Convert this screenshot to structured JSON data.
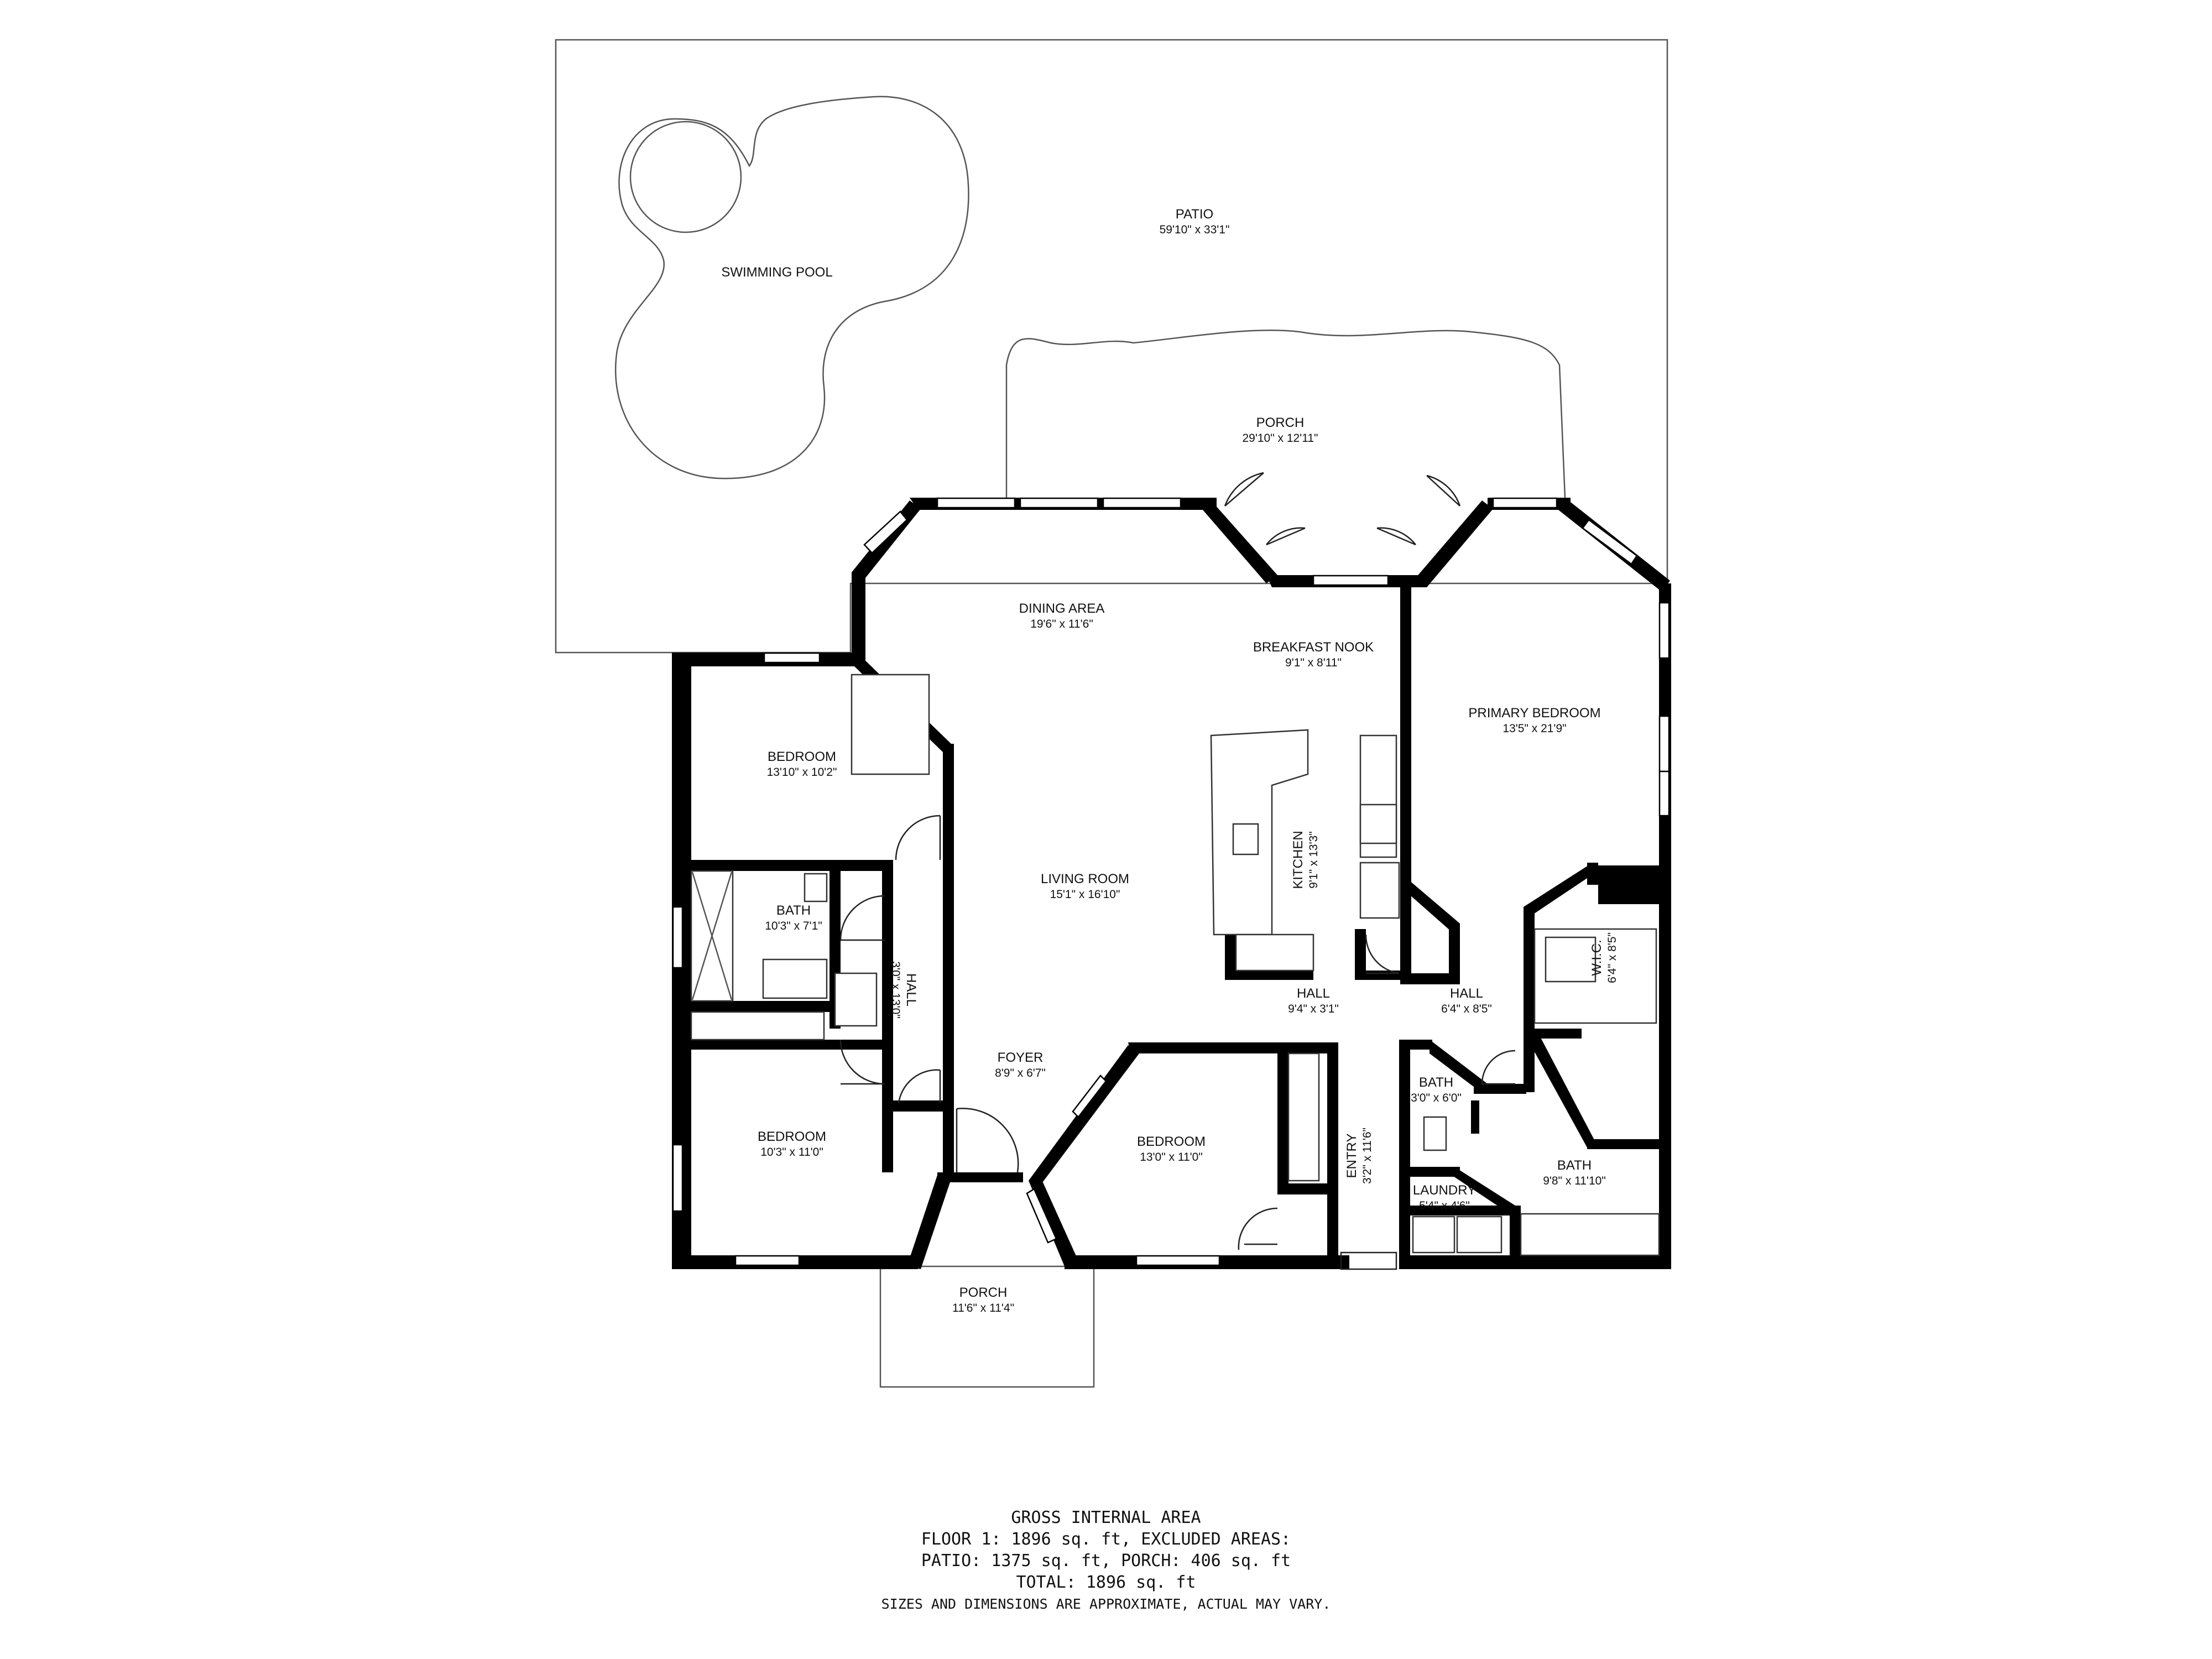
{
  "rooms": {
    "patio": {
      "name": "PATIO",
      "dims": "59'10\" x 33'1\""
    },
    "pool": {
      "name": "SWIMMING POOL"
    },
    "back_porch": {
      "name": "PORCH",
      "dims": "29'10\" x 12'11\""
    },
    "dining": {
      "name": "DINING AREA",
      "dims": "19'6\" x 11'6\""
    },
    "nook": {
      "name": "BREAKFAST NOOK",
      "dims": "9'1\" x 8'11\""
    },
    "primary_bedroom": {
      "name": "PRIMARY BEDROOM",
      "dims": "13'5\" x 21'9\""
    },
    "bedroom_nw": {
      "name": "BEDROOM",
      "dims": "13'10\" x 10'2\""
    },
    "bath_w": {
      "name": "BATH",
      "dims": "10'3\" x 7'1\""
    },
    "hall_w": {
      "name": "HALL",
      "dims": "3'0\" x 13'0\""
    },
    "living": {
      "name": "LIVING ROOM",
      "dims": "15'1\" x 16'10\""
    },
    "kitchen": {
      "name": "KITCHEN",
      "dims": "9'1\" x 13'3\""
    },
    "wic": {
      "name": "W.I.C.",
      "dims": "6'4\" x 8'5\""
    },
    "hall_c": {
      "name": "HALL",
      "dims": "9'4\" x 3'1\""
    },
    "hall_e": {
      "name": "HALL",
      "dims": "6'4\" x 8'5\""
    },
    "foyer": {
      "name": "FOYER",
      "dims": "8'9\" x 6'7\""
    },
    "bedroom_sw": {
      "name": "BEDROOM",
      "dims": "10'3\" x 11'0\""
    },
    "bedroom_s": {
      "name": "BEDROOM",
      "dims": "13'0\" x 11'0\""
    },
    "entry": {
      "name": "ENTRY",
      "dims": "3'2\" x 11'6\""
    },
    "bath_small": {
      "name": "BATH",
      "dims": "3'0\" x 6'0\""
    },
    "laundry": {
      "name": "LAUNDRY",
      "dims": "5'4\" x 4'6\""
    },
    "bath_primary": {
      "name": "BATH",
      "dims": "9'8\" x 11'10\""
    },
    "front_porch": {
      "name": "PORCH",
      "dims": "11'6\" x 11'4\""
    }
  },
  "footer": {
    "line1": "GROSS INTERNAL AREA",
    "line2": "FLOOR 1: 1896 sq. ft, EXCLUDED AREAS:",
    "line3": "PATIO: 1375 sq. ft, PORCH: 406 sq. ft",
    "line4": "TOTAL: 1896 sq. ft",
    "line5": "SIZES AND DIMENSIONS ARE APPROXIMATE, ACTUAL MAY VARY."
  },
  "colors": {
    "wall": "#000000",
    "background": "#ffffff",
    "outline": "#555555"
  }
}
